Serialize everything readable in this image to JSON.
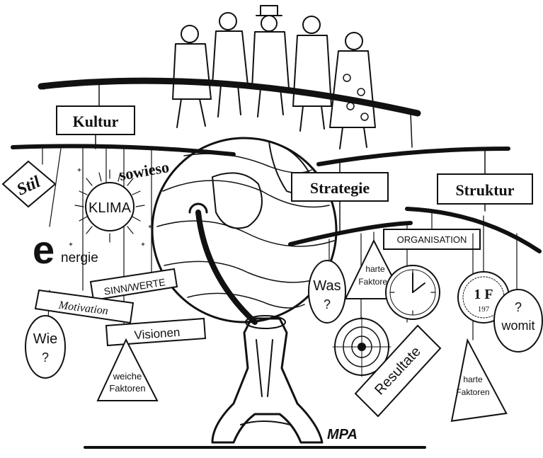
{
  "labels": {
    "kultur": "Kultur",
    "strategie": "Strategie",
    "struktur": "Struktur",
    "stil": "Stil",
    "klima": "KLIMA",
    "sowieso": "sowieso",
    "energie_initial": "e",
    "energie_rest": "nergie",
    "sinn_werte": "SINN/WERTE",
    "motivation": "Motivation",
    "visionen": "Visionen",
    "wie_line1": "Wie",
    "wie_line2": "?",
    "weiche_line1": "weiche",
    "weiche_line2": "Faktoren",
    "was_line1": "Was",
    "was_line2": "?",
    "harte1_line1": "harte",
    "harte1_line2": "Faktoren",
    "organisation": "ORGANISATION",
    "resultate": "Resultate",
    "coin_top": "1 F",
    "coin_bottom": "197",
    "womit_line1": "?",
    "womit_line2": "womit",
    "harte2_line1": "harte",
    "harte2_line2": "Faktoren",
    "signature": "MPA"
  },
  "colors": {
    "ink": "#111111",
    "paper": "#ffffff"
  }
}
